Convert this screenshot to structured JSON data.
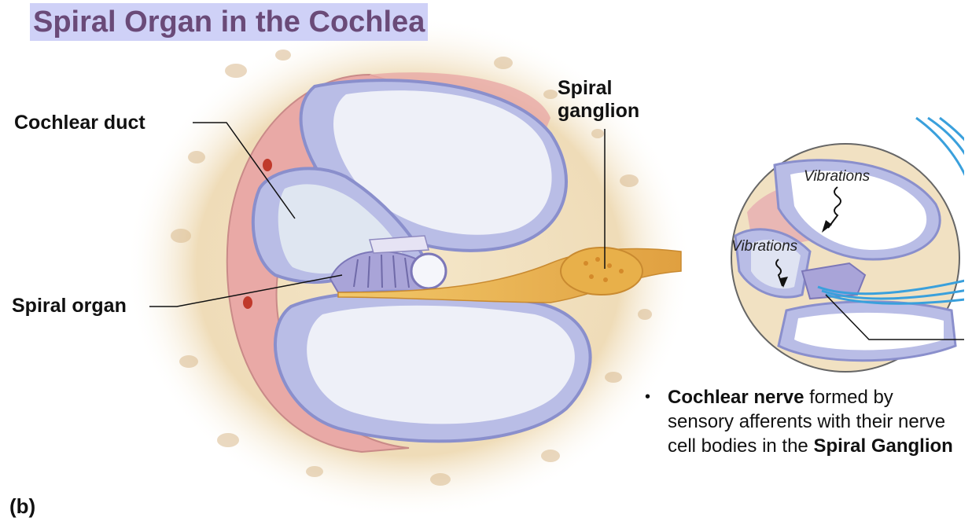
{
  "title": "Spiral Organ in the Cochlea",
  "labels": {
    "cochlear_duct": "Cochlear duct",
    "spiral_organ": "Spiral organ",
    "spiral_ganglion_line1": "Spiral",
    "spiral_ganglion_line2": "ganglion",
    "panel": "(b)"
  },
  "inset": {
    "vibrations_upper": "Vibrations",
    "vibrations_lower": "Vibrations"
  },
  "note": {
    "bullet": "•",
    "bold1": "Cochlear nerve",
    "text1": " formed by sensory afferents with their nerve cell bodies in the ",
    "bold2": "Spiral Ganglion"
  },
  "colors": {
    "title_bg": "#cfd1f7",
    "title_text": "#6a4a78",
    "bone": "#f1e1c2",
    "tissue_pink": "#e8a4a4",
    "membrane": "#b9bde6",
    "fluid": "#dfe3f2",
    "nerve": "#e8b04a",
    "inset_nerve": "#3aa0dc"
  }
}
